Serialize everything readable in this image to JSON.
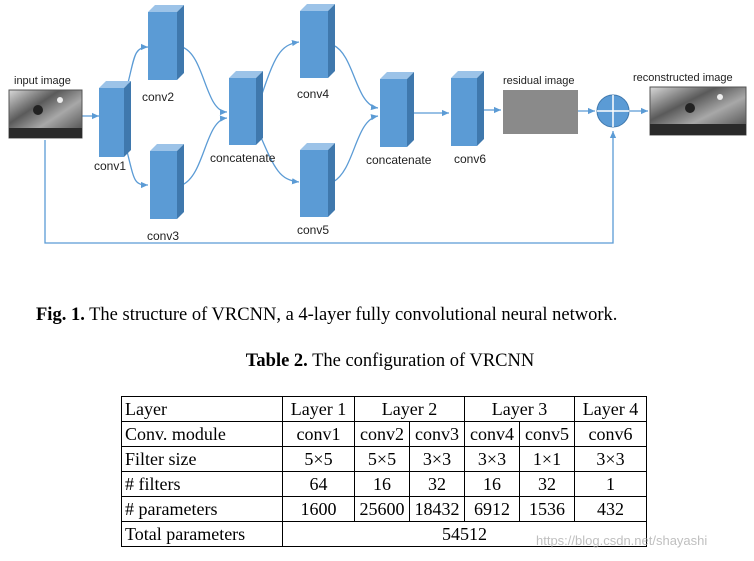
{
  "diagram": {
    "input_label": "input image",
    "residual_label": "residual image",
    "reconstructed_label": "reconstructed image",
    "conv1": "conv1",
    "conv2": "conv2",
    "conv3": "conv3",
    "concat1": "concatenate",
    "conv4": "conv4",
    "conv5": "conv5",
    "concat2": "concatenate",
    "conv6": "conv6",
    "block_color": "#5b9bd5",
    "block_dark": "#3f78ad",
    "block_top": "#9cc3e8",
    "arrow_color": "#5b9bd5"
  },
  "figure_caption": {
    "prefix": "Fig. 1.",
    "text": " The structure of VRCNN, a 4-layer fully convolutional neural network."
  },
  "table_caption": {
    "prefix": "Table 2.",
    "text": " The configuration of VRCNN"
  },
  "table": {
    "header": [
      "Layer",
      "Layer 1",
      "Layer 2",
      "Layer 3",
      "Layer 4"
    ],
    "rows": [
      [
        "Conv. module",
        "conv1",
        "conv2",
        "conv3",
        "conv4",
        "conv5",
        "conv6"
      ],
      [
        "Filter size",
        "5×5",
        "5×5",
        "3×3",
        "3×3",
        "1×1",
        "3×3"
      ],
      [
        "# filters",
        "64",
        "16",
        "32",
        "16",
        "32",
        "1"
      ],
      [
        "# parameters",
        "1600",
        "25600",
        "18432",
        "6912",
        "1536",
        "432"
      ]
    ],
    "total_label": "Total parameters",
    "total_value": "54512"
  },
  "watermark": "https://blog.csdn.net/shayashi"
}
